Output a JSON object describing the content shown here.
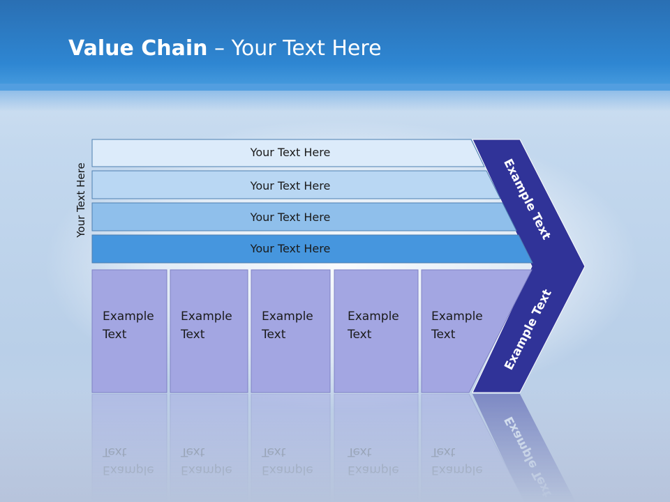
{
  "title": {
    "bold": "Value Chain",
    "rest": " – Your Text Here"
  },
  "side_label": "Your Text Here",
  "rows": [
    {
      "label": "Your Text Here",
      "color": "#dcebfa"
    },
    {
      "label": "Your Text Here",
      "color": "#b9d7f3"
    },
    {
      "label": "Your Text Here",
      "color": "#8fbfeb"
    },
    {
      "label": "Your Text Here",
      "color": "#4696de"
    }
  ],
  "cells": [
    {
      "line1": "Example",
      "line2": "Text"
    },
    {
      "line1": "Example",
      "line2": "Text"
    },
    {
      "line1": "Example",
      "line2": "Text"
    },
    {
      "line1": "Example",
      "line2": "Text"
    },
    {
      "line1": "Example",
      "line2": "Text"
    }
  ],
  "chevron": {
    "upper": "Example Text",
    "lower": "Example Text",
    "color": "#303398"
  },
  "colors": {
    "cell": "#a3a6e2"
  }
}
